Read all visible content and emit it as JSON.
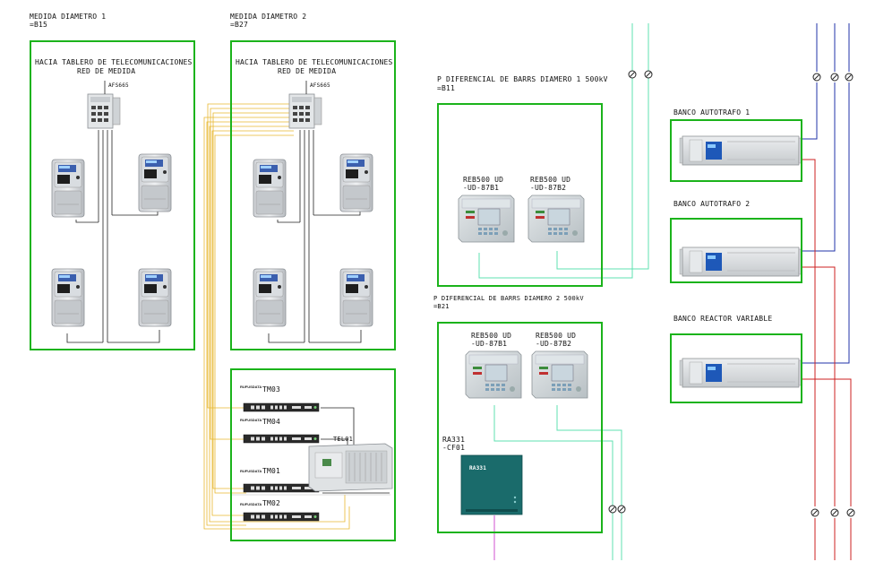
{
  "meters1": {
    "title": "MEDIDA DIAMETRO 1",
    "code": "=B15",
    "heading1": "HACIA TABLERO DE TELECOMUNICACIONES",
    "heading2": "RED DE MEDIDA",
    "switch": "AFS665"
  },
  "meters2": {
    "title": "MEDIDA DIAMETRO 2",
    "code": "=B27",
    "heading1": "HACIA TABLERO DE TELECOMUNICACIONES",
    "heading2": "RED DE MEDIDA",
    "switch": "AFS665"
  },
  "telecom": {
    "devices": [
      "TM03",
      "TM04",
      "TM01",
      "TM02"
    ],
    "rack": "TEL01"
  },
  "diff1": {
    "title": "P DIFERENCIAL DE BARRS DIAMERO 1 500kV",
    "code": "=B11",
    "relay_a": "REB500 UD",
    "relay_a_code": "-UD-87B1",
    "relay_b": "REB500 UD",
    "relay_b_code": "-UD-87B2"
  },
  "diff2": {
    "title": "P DIFERENCIAL DE BARRS DIAMERO 2 500kV",
    "code": "=B21",
    "relay_a": "REB500 UD",
    "relay_a_code": "-UD-87B1",
    "relay_b": "REB500 UD",
    "relay_b_code": "-UD-87B2",
    "ra": "RA331",
    "ra_code": "-CF01",
    "ra_face": "RA331"
  },
  "banks": [
    {
      "label": "BANCO AUTOTRAFO 1"
    },
    {
      "label": "BANCO AUTOTRAFO 2"
    },
    {
      "label": "BANCO REACTOR VARIABLE"
    }
  ],
  "colors": {
    "box": "#1bb31b",
    "fiber_cyan": "#5fe0b0",
    "fiber_yellow": "#e8b830",
    "fiber_blue": "#2233aa",
    "fiber_red": "#cc2222",
    "fiber_magenta": "#d050d0"
  }
}
